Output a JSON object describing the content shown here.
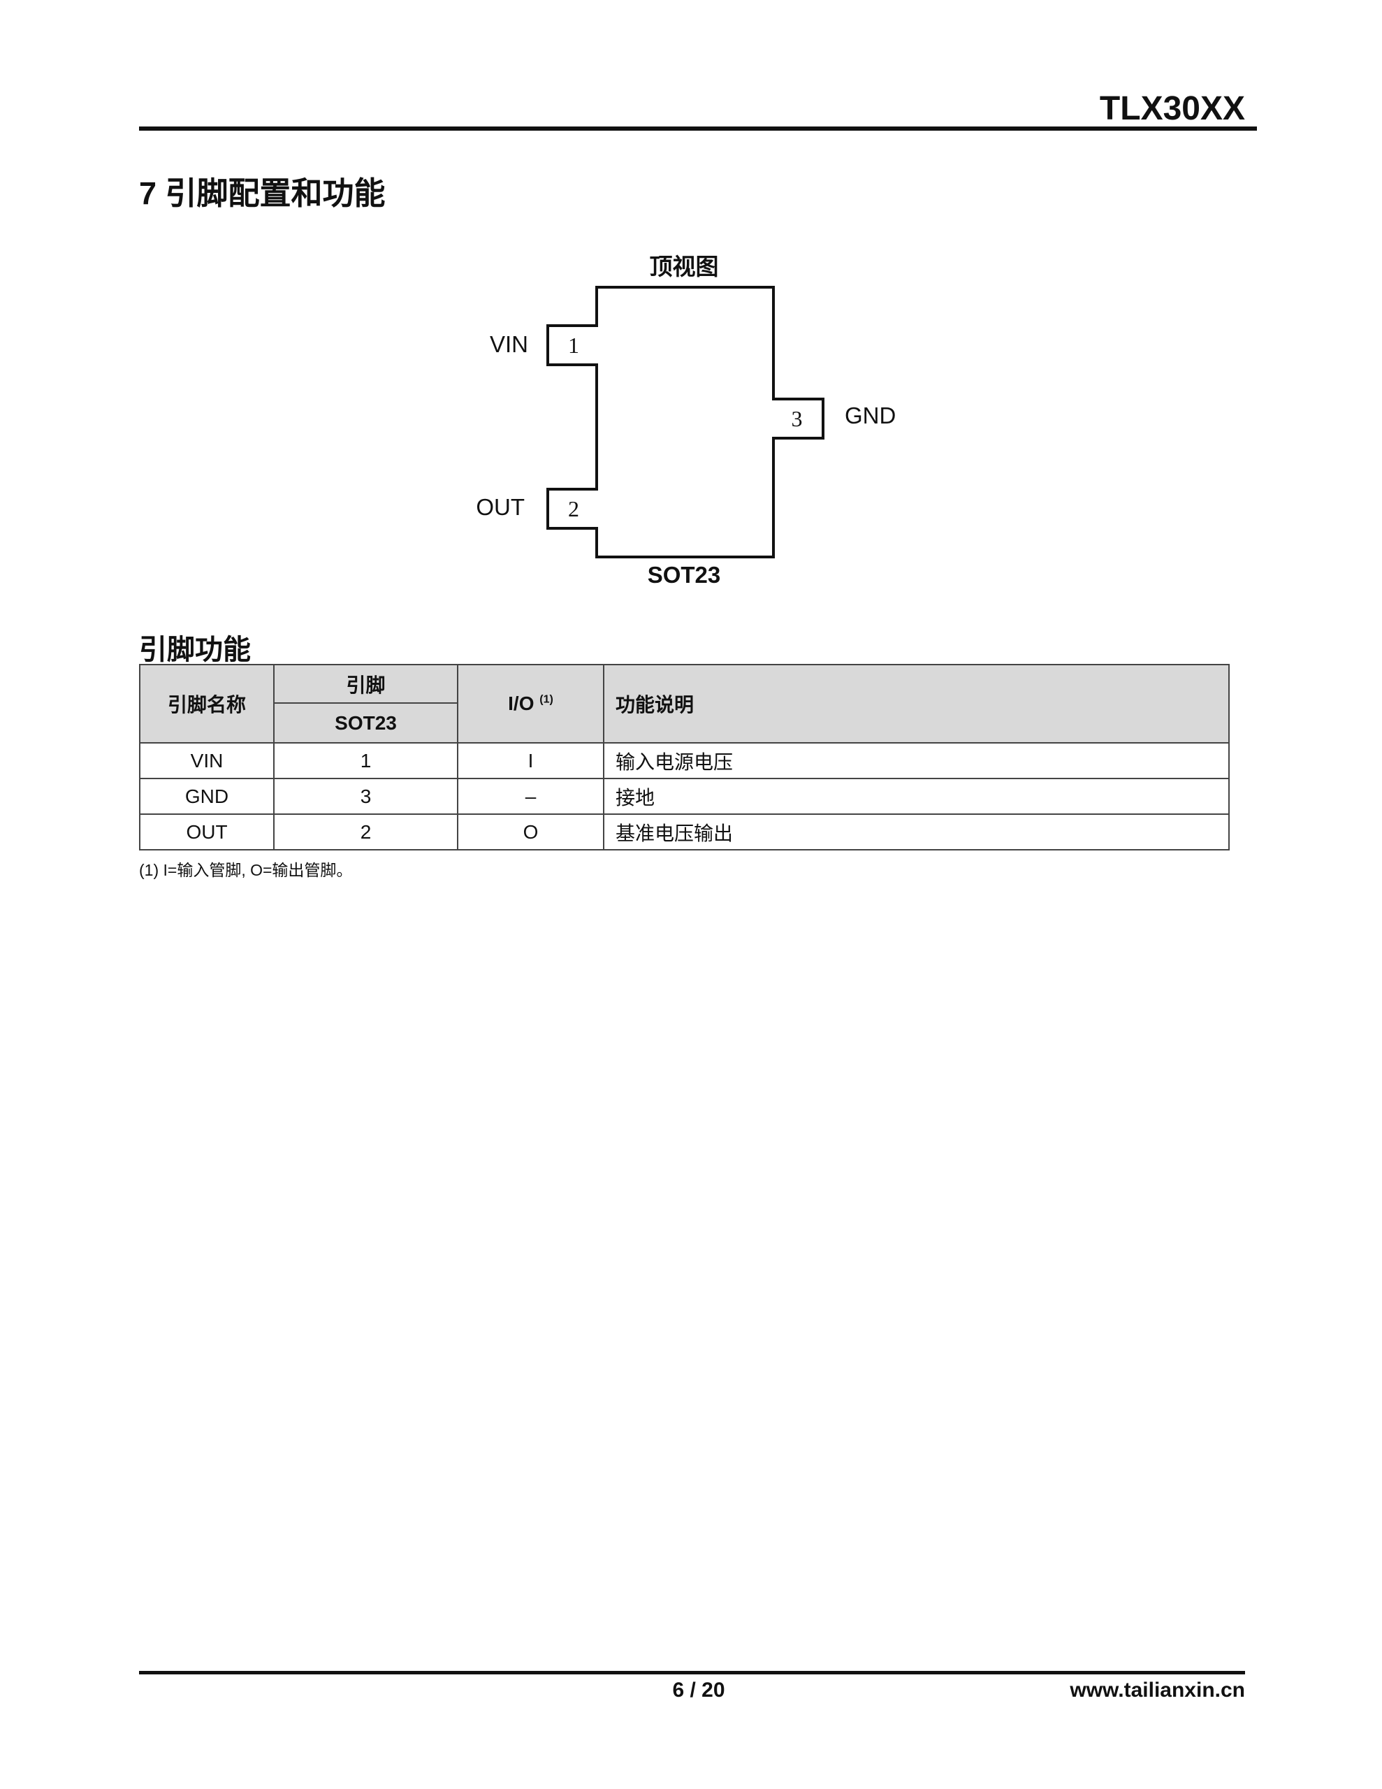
{
  "header": {
    "title": "TLX30XX"
  },
  "section": {
    "heading": "7 引脚配置和功能"
  },
  "diagram": {
    "top_label": "顶视图",
    "package_label": "SOT23",
    "pins": [
      {
        "number": "1",
        "name": "VIN"
      },
      {
        "number": "2",
        "name": "OUT"
      },
      {
        "number": "3",
        "name": "GND"
      }
    ]
  },
  "pin_functions": {
    "heading": "引脚功能",
    "headers": {
      "name": "引脚名称",
      "pin": "引脚",
      "package": "SOT23",
      "io": "I/O",
      "io_note": "(1)",
      "desc": "功能说明"
    },
    "rows": [
      {
        "name": "VIN",
        "pin": "1",
        "io": "I",
        "desc": "输入电源电压"
      },
      {
        "name": "GND",
        "pin": "3",
        "io": "–",
        "desc": "接地"
      },
      {
        "name": "OUT",
        "pin": "2",
        "io": "O",
        "desc": "基准电压输出"
      }
    ],
    "footnote": "(1) I=输入管脚, O=输出管脚。"
  },
  "footer": {
    "page": "6 / 20",
    "website": "www.tailianxin.cn"
  }
}
